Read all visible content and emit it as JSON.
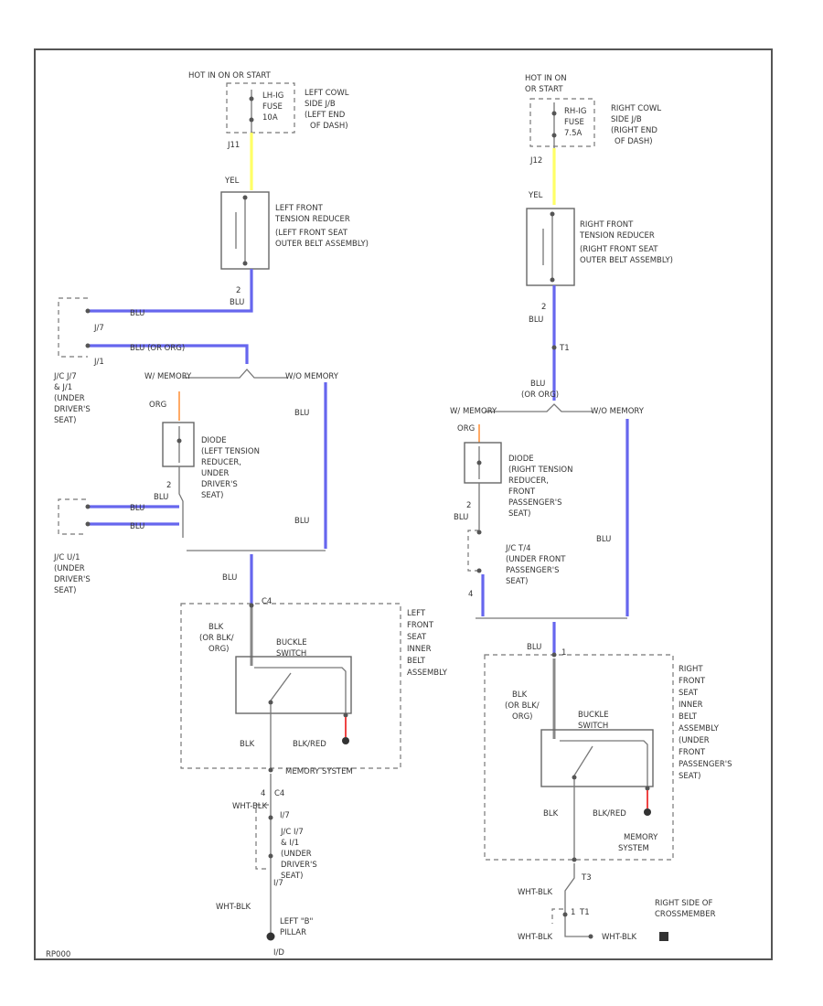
{
  "colors": {
    "blu": "#6666ee",
    "yel": "#ffff66",
    "org": "#ffaa66",
    "red": "#ee4444",
    "line": "#777777"
  },
  "labels": {
    "l_src1": "HOT IN ON OR START",
    "l_fuse1": "LH-IG",
    "l_fuse2": "FUSE",
    "l_fuse3": "10A",
    "l_jb1": "LEFT COWL",
    "l_jb2": "SIDE J/B",
    "l_jb3": "(LEFT END",
    "l_jb4": "OF DASH)",
    "l_j11": "J11",
    "l_yel": "YEL",
    "l_tr1": "LEFT FRONT",
    "l_tr2": "TENSION REDUCER",
    "l_tr3": "(LEFT FRONT SEAT",
    "l_tr4": "OUTER BELT ASSEMBLY)",
    "l_pin2": "2",
    "l_blu1": "BLU",
    "l_blu2": "BLU",
    "l_blu3": "BLU (OR ORG)",
    "l_j07": "J/7",
    "l_j1": "J/1",
    "l_jc1": "J/C J/7",
    "l_jc2": "& J/1",
    "l_jc3": "(UNDER",
    "l_jc4": "DRIVER'S",
    "l_jc5": "SEAT)",
    "l_wmem": "W/ MEMORY",
    "l_womem": "W/O MEMORY",
    "l_bluv1": "BLU",
    "l_bluv2": "BLU",
    "l_org": "ORG",
    "l_d1": "DIODE",
    "l_d2": "(LEFT TENSION",
    "l_d3": "REDUCER,",
    "l_d4": "UNDER",
    "l_d5": "DRIVER'S",
    "l_d6": "SEAT)",
    "l_dpin": "2",
    "l_dblu": "BLU",
    "l_blu4": "BLU",
    "l_blu5": "BLU",
    "l_jcu1": "J/C U/1",
    "l_jcu2": "(UNDER",
    "l_jcu3": "DRIVER'S",
    "l_jcu4": "SEAT)",
    "l_blu6": "BLU",
    "l_c4": "C4",
    "l_blk1": "BLK",
    "l_blk2": "(OR BLK/",
    "l_blk3": "ORG)",
    "l_buckle": "BUCKLE",
    "l_switch": "SWITCH",
    "l_ib1": "LEFT",
    "l_ib2": "FRONT",
    "l_ib3": "SEAT",
    "l_ib4": "INNER",
    "l_ib5": "BELT",
    "l_ib6": "ASSEMBLY",
    "l_blk4": "BLK",
    "l_blkred": "BLK/RED",
    "l_memsys": "MEMORY SYSTEM",
    "l_pin4": "4",
    "l_c4b": "C4",
    "l_wb1": "WHT-BLK",
    "l_i7": "I/7",
    "l_jcb1": "J/C I/7",
    "l_jcb2": "& I/1",
    "l_jcb3": "(UNDER",
    "l_jcb4": "DRIVER'S",
    "l_jcb5": "SEAT)",
    "l_i07": "I/7",
    "l_wb2": "WHT-BLK",
    "l_gnd1": "LEFT \"B\"",
    "l_gnd2": "PILLAR",
    "l_gnd3": "I/D",
    "l_code": "RP000",
    "r_src1": "HOT IN ON",
    "r_src2": "OR START",
    "r_fuse1": "RH-IG",
    "r_fuse2": "FUSE",
    "r_fuse3": "7.5A",
    "r_jb1": "RIGHT COWL",
    "r_jb2": "SIDE J/B",
    "r_jb3": "(RIGHT END",
    "r_jb4": "OF DASH)",
    "r_j12": "J12",
    "r_yel": "YEL",
    "r_tr1": "RIGHT FRONT",
    "r_tr2": "TENSION REDUCER",
    "r_tr3": "(RIGHT FRONT SEAT",
    "r_tr4": "OUTER BELT ASSEMBLY)",
    "r_pin2": "2",
    "r_blu1": "BLU",
    "r_t1": "T1",
    "r_blu2": "BLU",
    "r_blu3": "(OR ORG)",
    "r_wmem": "W/ MEMORY",
    "r_womem": "W/O MEMORY",
    "r_org": "ORG",
    "r_d1": "DIODE",
    "r_d2": "(RIGHT TENSION",
    "r_d3": "REDUCER,",
    "r_d4": "FRONT",
    "r_d5": "PASSENGER'S",
    "r_d6": "SEAT)",
    "r_dpin": "2",
    "r_dblu": "BLU",
    "r_jc1": "J/C T/4",
    "r_jc2": "(UNDER FRONT",
    "r_jc3": "PASSENGER'S",
    "r_jc4": "SEAT)",
    "r_pin4": "4",
    "r_bluv": "BLU",
    "r_blu4": "BLU",
    "r_pin1": "1",
    "r_blk1": "BLK",
    "r_blk2": "(OR BLK/",
    "r_blk3": "ORG)",
    "r_buckle": "BUCKLE",
    "r_switch": "SWITCH",
    "r_ib1": "RIGHT",
    "r_ib2": "FRONT",
    "r_ib3": "SEAT",
    "r_ib4": "INNER",
    "r_ib5": "BELT",
    "r_ib6": "ASSEMBLY",
    "r_ib7": "(UNDER",
    "r_ib8": "FRONT",
    "r_ib9": "PASSENGER'S",
    "r_ib10": "SEAT)",
    "r_blk4": "BLK",
    "r_blkred": "BLK/RED",
    "r_mem1": "MEMORY",
    "r_mem2": "SYSTEM",
    "r_t3": "T3",
    "r_wb1": "WHT-BLK",
    "r_pin1b": "1",
    "r_t1b": "T1",
    "r_wb2": "WHT-BLK",
    "r_wb3": "WHT-BLK",
    "r_gnd1": "RIGHT SIDE OF",
    "r_gnd2": "CROSSMEMBER"
  }
}
